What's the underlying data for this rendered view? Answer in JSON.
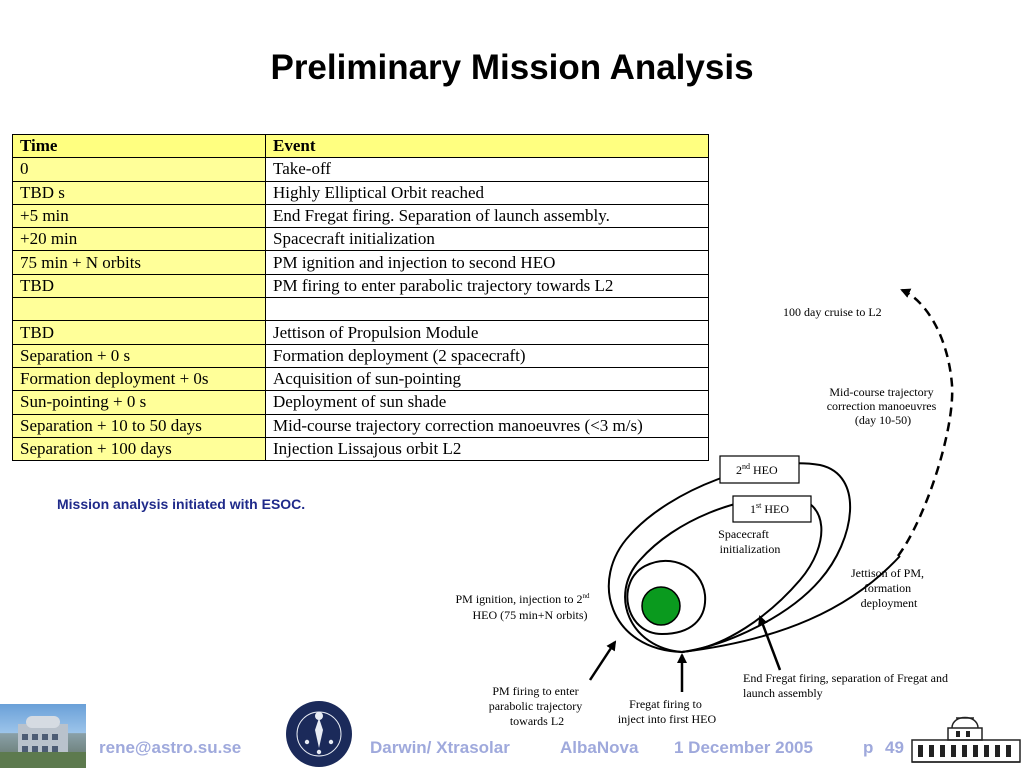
{
  "slide": {
    "title": "Preliminary Mission Analysis",
    "note": "Mission analysis initiated with ESOC."
  },
  "table": {
    "headers": [
      "Time",
      "Event"
    ],
    "rows": [
      [
        "0",
        "Take-off"
      ],
      [
        "TBD s",
        "Highly Elliptical Orbit reached"
      ],
      [
        "+5 min",
        "End Fregat firing. Separation of launch assembly."
      ],
      [
        "+20 min",
        "Spacecraft initialization"
      ],
      [
        "75 min + N orbits",
        "PM ignition and injection to second HEO"
      ],
      [
        "TBD",
        "PM firing to enter parabolic trajectory towards L2"
      ],
      [
        "",
        ""
      ],
      [
        "TBD",
        "Jettison of Propulsion Module"
      ],
      [
        "Separation + 0 s",
        "Formation deployment (2 spacecraft)"
      ],
      [
        "Formation deployment + 0s",
        "Acquisition of sun-pointing"
      ],
      [
        "Sun-pointing + 0 s",
        "Deployment of sun shade"
      ],
      [
        "Separation + 10 to 50 days",
        "Mid-course trajectory correction manoeuvres (<3 m/s)"
      ],
      [
        "Separation + 100 days",
        "Injection Lissajous orbit L2"
      ]
    ]
  },
  "diagram": {
    "cruise": "100 day cruise to L2",
    "midcourse": [
      "Mid-course trajectory",
      "correction manoeuvres",
      "(day 10-50)"
    ],
    "heo2": {
      "base": "2",
      "sup": "nd",
      "rest": " HEO"
    },
    "heo1": {
      "base": "1",
      "sup": "st",
      "rest": " HEO"
    },
    "spacecraft_init": [
      "Spacecraft",
      "initialization"
    ],
    "jettison": [
      "Jettison of PM,",
      "formation",
      "deployment"
    ],
    "pm_ignition": {
      "line1": "PM ignition, injection to 2",
      "sup": "nd",
      "line2": "HEO (75 min+N orbits)"
    },
    "end_fregat": [
      "End Fregat firing, separation of Fregat and",
      "launch assembly"
    ],
    "pm_firing": [
      "PM firing to enter",
      "parabolic trajectory",
      "towards L2"
    ],
    "fregat_firing": [
      "Fregat firing to",
      "inject into first HEO"
    ],
    "earth_color": "#0a9a1e"
  },
  "footer": {
    "email": "rene@astro.su.se",
    "project": "Darwin/ Xtrasolar",
    "venue": "AlbaNova",
    "date": "1 December 2005",
    "page_prefix": "p",
    "page": "49",
    "text_color": "#9fa9dc"
  }
}
